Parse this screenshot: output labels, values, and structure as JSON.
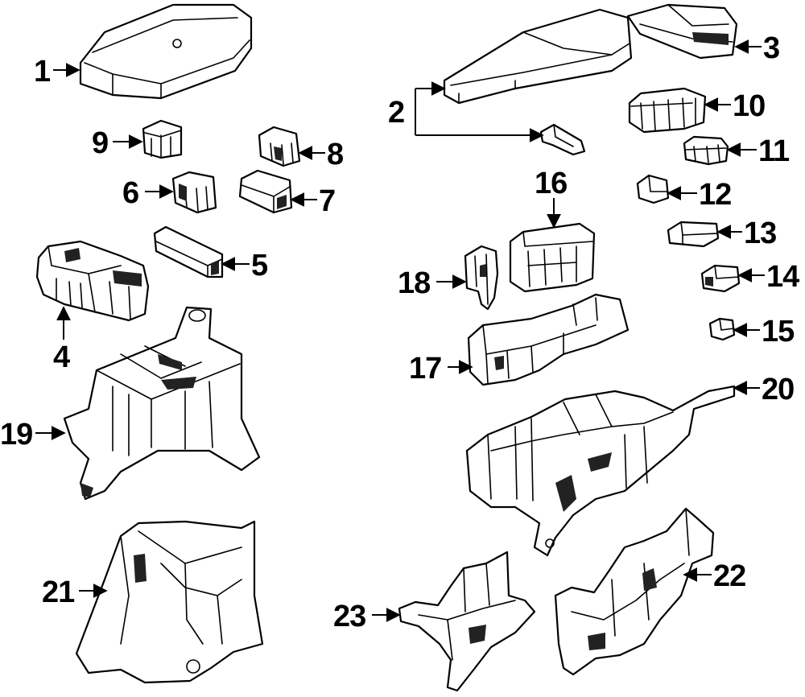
{
  "callouts": {
    "c1": "1",
    "c2": "2",
    "c3": "3",
    "c4": "4",
    "c5": "5",
    "c6": "6",
    "c7": "7",
    "c8": "8",
    "c9": "9",
    "c10": "10",
    "c11": "11",
    "c12": "12",
    "c13": "13",
    "c14": "14",
    "c15": "15",
    "c16": "16",
    "c17": "17",
    "c18": "18",
    "c19": "19",
    "c20": "20",
    "c21": "21",
    "c22": "22",
    "c23": "23"
  },
  "colors": {
    "ink": "#000000",
    "paper": "#ffffff"
  }
}
